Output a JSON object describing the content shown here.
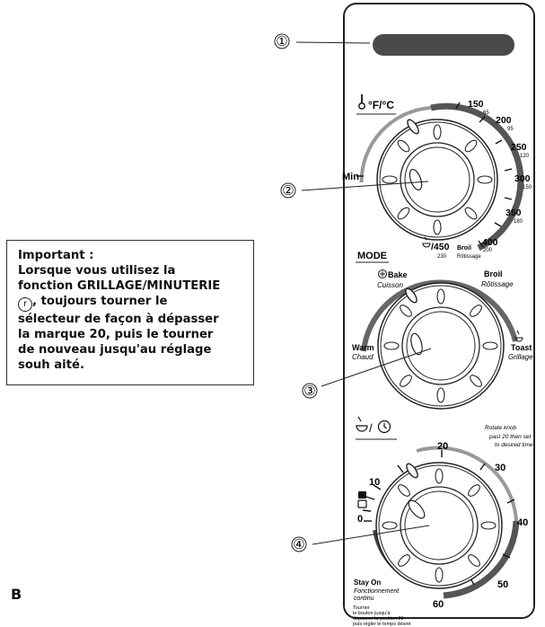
{
  "figure_letter": "B",
  "note": {
    "heading": "Important :",
    "line1": "Lorsque vous utilisez la",
    "line2_prefix": "fonction ",
    "line2_bold": "GRILLAGE/MINUTERIE",
    "line3_suffix": ", toujours tourner le",
    "line4": "sélecteur de façon à dépasser",
    "line5": "la marque 20, puis le tourner",
    "line6": "de nouveau jusqu'au réglage",
    "line7": "souh aité."
  },
  "callouts": [
    "①",
    "②",
    "③",
    "④"
  ],
  "temp_knob": {
    "header": "°F/°C",
    "min": "Min",
    "marks": [
      {
        "f": "150",
        "c": "65"
      },
      {
        "f": "200",
        "c": "95"
      },
      {
        "f": "250",
        "c": "120"
      },
      {
        "f": "300",
        "c": "150"
      },
      {
        "f": "350",
        "c": "180"
      },
      {
        "f": "400",
        "c": "200"
      }
    ],
    "max_f": "/450",
    "max_c": "230",
    "broil_en": "Broil",
    "broil_fr": "Rôtissage"
  },
  "mode_knob": {
    "header": "MODE",
    "bake_en": "Bake",
    "bake_fr": "Cuisson",
    "broil_en": "Broil",
    "broil_fr": "Rôtissage",
    "warm_en": "Warm",
    "warm_fr": "Chaud",
    "toast_en": "Toast",
    "toast_fr": "Grillage"
  },
  "timer_knob": {
    "header": "/",
    "note_line1": "Rotate knob",
    "note_line2": "past 20 then set",
    "note_line3": "to desired time",
    "marks": [
      "0",
      "10",
      "20",
      "30",
      "40",
      "50",
      "60"
    ],
    "stay_on_en": "Stay On",
    "stay_on_fr1": "Fonctionnement",
    "stay_on_fr2": "continu",
    "footer1": "Tourner",
    "footer2": "le bouton jusqu'à",
    "footer3": "dépasser la position 20",
    "footer4": "puis régler le temps désiré"
  }
}
